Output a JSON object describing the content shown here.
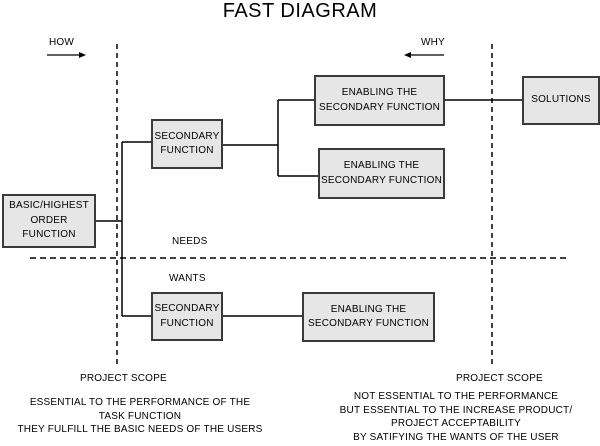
{
  "title": "FAST DIAGRAM",
  "how_label": "HOW",
  "why_label": "WHY",
  "needs_label": "NEEDS",
  "wants_label": "WANTS",
  "boxes": {
    "basic": "BASIC/HIGHEST\nORDER\nFUNCTION",
    "secondary_top": "SECONDARY\nFUNCTION",
    "enabling_1": "ENABLING THE\nSECONDARY FUNCTION",
    "enabling_2": "ENABLING THE\nSECONDARY FUNCTION",
    "solutions": "SOLUTIONS",
    "secondary_bottom": "SECONDARY\nFUNCTION",
    "enabling_3": "ENABLING THE\nSECONDARY FUNCTION"
  },
  "project_scope_left": "PROJECT SCOPE",
  "project_scope_right": "PROJECT SCOPE",
  "note_left": "ESSENTIAL TO THE PERFORMANCE OF THE\nTASK FUNCTION\nTHEY FULFILL THE BASIC NEEDS OF THE USERS",
  "note_right": "NOT ESSENTIAL TO THE PERFORMANCE\nBUT ESSENTIAL TO THE INCREASE PRODUCT/\nPROJECT ACCEPTABILITY\nBY SATIFYING THE WANTS OF THE USER",
  "colors": {
    "box_fill": "#e6e6e6",
    "line": "#000000"
  }
}
